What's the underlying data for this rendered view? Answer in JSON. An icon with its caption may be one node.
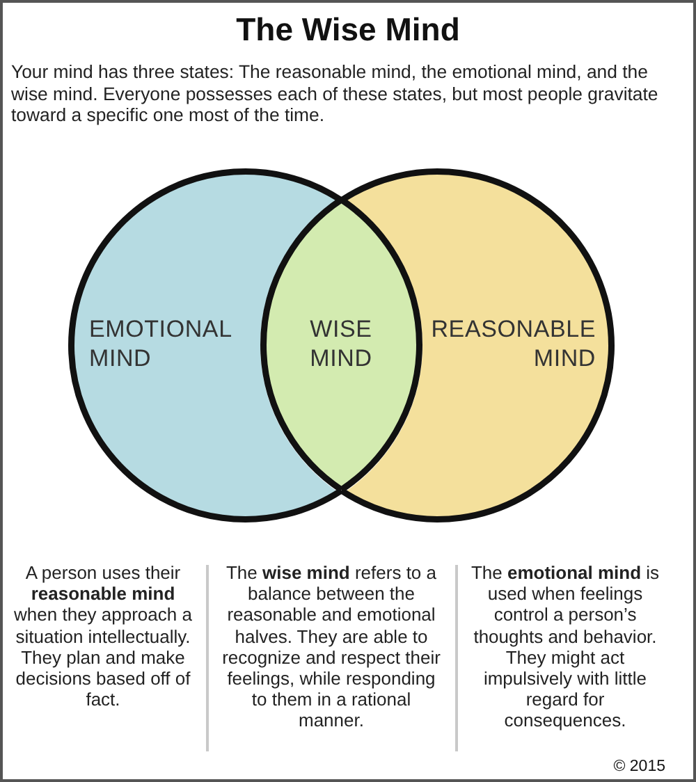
{
  "diagram": {
    "title": "The Wise Mind",
    "nodes": [
      {
        "text": [
          "EMOTIONAL MIND"
        ]
      },
      {
        "text": [
          "WISE MIND"
        ]
      },
      {
        "text": [
          "REASONABLE MIND"
        ]
      }
    ],
    "labels": [
      "Your mind has three states: The reasonable mind, the emotional mind, and the wise mind. Everyone possesses each of these states, but most people gravitate toward a specific one most of the time.",
      "A person uses their **reasonable mind** when they approach a situation intellectually. They plan and make decisions based off of fact.",
      "The **wise mind** refers to a balance between the reasonable and emotional halves. They are able to recognize and respect their feelings, while responding to them in a rational manner.",
      "The **emotional mind** is used when feelings control a person’s thoughts and behavior. They might act impulsively with little regard for consequences.",
      "© 2015"
    ]
  }
}
